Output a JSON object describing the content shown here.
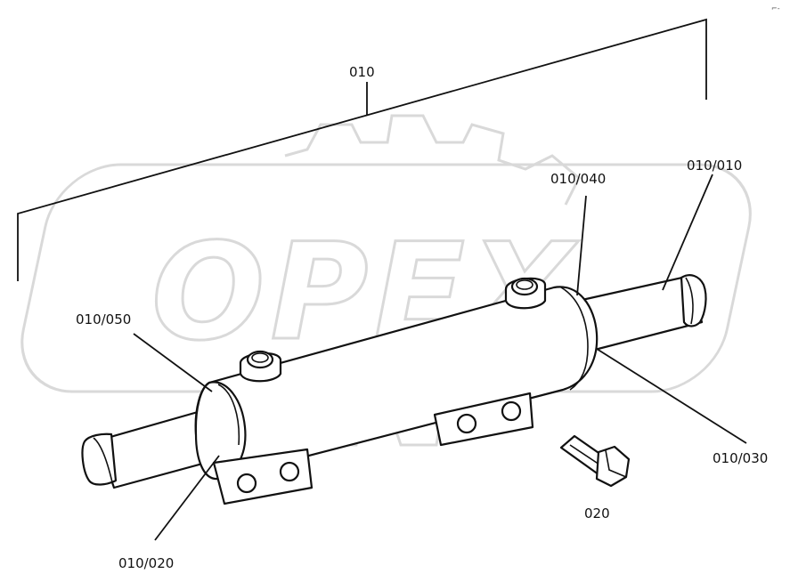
{
  "watermark": {
    "text": "OPEX",
    "color": "#d9d9d9"
  },
  "colors": {
    "line": "#111111",
    "paper": "#ffffff"
  },
  "callouts": {
    "assembly": "010",
    "piston_rod_end": "010/010",
    "seal_front": "010/040",
    "rod_bottom": "010/030",
    "cap_end": "010/050",
    "rod_left": "010/020",
    "bolt": "020"
  },
  "corner_mark": "⌐-"
}
